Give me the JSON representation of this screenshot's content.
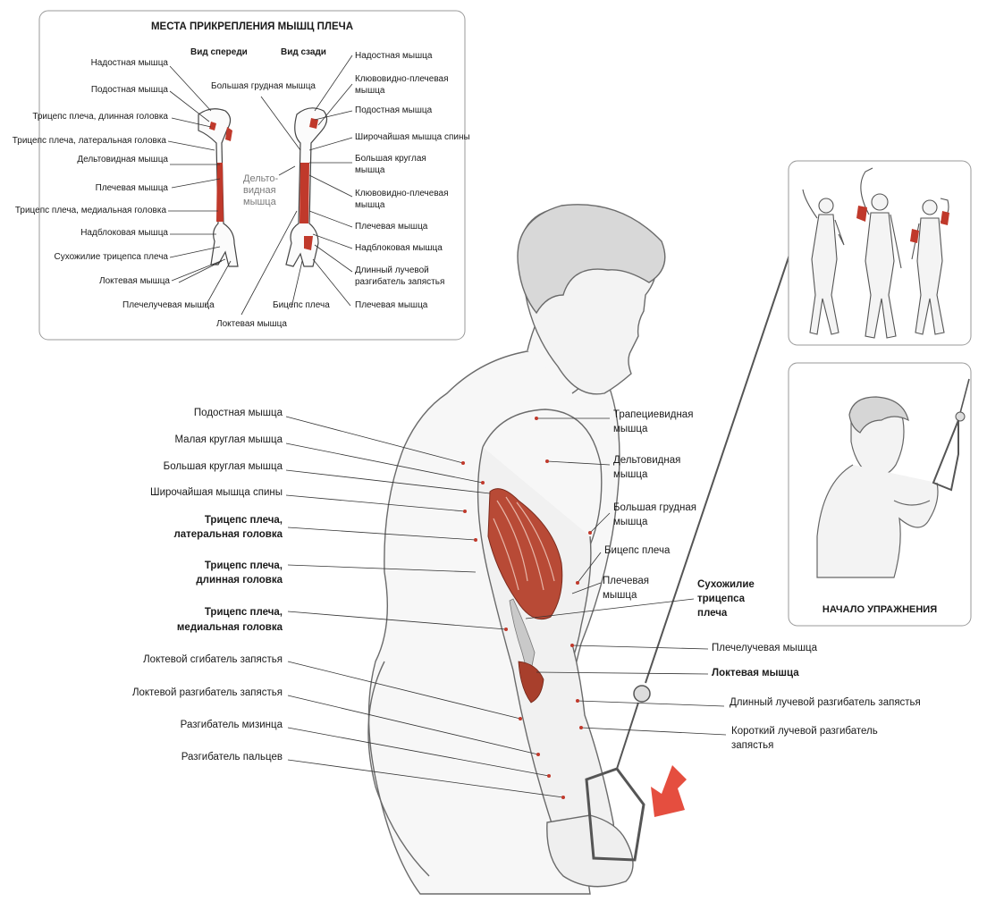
{
  "colors": {
    "muscle_red": "#c0392b",
    "line": "#333333",
    "box_border": "#9a9a9a",
    "arrow": "#e23b2a"
  },
  "inset_attachments": {
    "title": "МЕСТА ПРИКРЕПЛЕНИЯ МЫШЦ ПЛЕЧА",
    "front_label": "Вид спереди",
    "back_label": "Вид сзади",
    "center_label": "Большая грудная мышца",
    "deltoid_label_1": "Дельто-",
    "deltoid_label_2": "видная",
    "deltoid_label_3": "мышца",
    "left_labels": [
      "Надостная мышца",
      "Подостная мышца",
      "Трицепс плеча, длинная головка",
      "Трицепс плеча, латеральная головка",
      "Дельтовидная мышца",
      "Плечевая мышца",
      "Трицепс плеча, медиальная головка",
      "Надблоковая мышца",
      "Сухожилие трицепса плеча",
      "Локтевая мышца"
    ],
    "bottom_labels": [
      "Плечелучевая мышца",
      "Локтевая мышца",
      "Бицепс плеча"
    ],
    "right_labels": [
      "Надостная мышца",
      "Клювовидно-плечевая",
      "мышца",
      "Подостная мышца",
      "Широчайшая мышца спины",
      "Большая круглая",
      "мышца",
      "Клювовидно-плечевая",
      "мышца",
      "Плечевая мышца",
      "Надблоковая мышца",
      "Длинный лучевой",
      "разгибатель запястья",
      "Плечевая мышца"
    ]
  },
  "main_left_labels": [
    "Подостная мышца",
    "Малая круглая мышца",
    "Большая круглая мышца",
    "Широчайшая мышца спины",
    "Трицепс плеча,",
    "латеральная головка",
    "Трицепс плеча,",
    "длинная головка",
    "Трицепс плеча,",
    "медиальная головка",
    "Локтевой сгибатель запястья",
    "Локтевой разгибатель запястья",
    "Разгибатель мизинца",
    "Разгибатель пальцев"
  ],
  "main_right_labels": [
    "Трапециевидная",
    "мышца",
    "Дельтовидная",
    "мышца",
    "Большая грудная",
    "мышца",
    "Бицепс плеча",
    "Плечевая",
    "мышца",
    "Сухожилие",
    "трицепса",
    "плеча",
    "Плечелучевая мышца",
    "Локтевая мышца",
    "Длинный лучевой разгибатель запястья",
    "Короткий лучевой разгибатель",
    "запястья"
  ],
  "start_panel": {
    "caption": "НАЧАЛО УПРАЖНЕНИЯ"
  }
}
